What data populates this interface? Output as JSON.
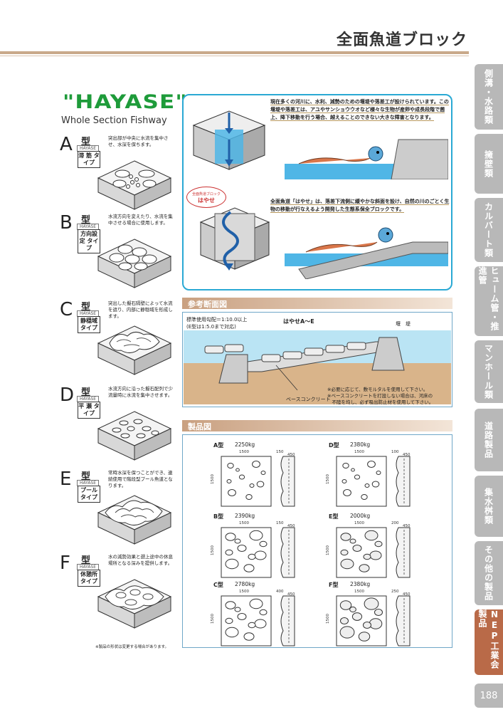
{
  "header": {
    "title": "全面魚道ブロック"
  },
  "tabs": [
    {
      "label": "側溝・水路類",
      "active": false
    },
    {
      "label": "擁壁類",
      "active": false
    },
    {
      "label": "カルバート類",
      "active": false
    },
    {
      "label": "ヒューム管・推進管",
      "active": false
    },
    {
      "label": "マンホール類",
      "active": false
    },
    {
      "label": "道路製品",
      "active": false
    },
    {
      "label": "集水桝類",
      "active": false
    },
    {
      "label": "その他の製品",
      "active": false
    },
    {
      "label": "NEP工業会製品",
      "active": true
    }
  ],
  "page_number": "188",
  "logo": {
    "text": "\"HAYASE\"",
    "subtitle": "Whole Section Fishway",
    "color": "#1e9b3a"
  },
  "types": [
    {
      "letter": "A",
      "kata": "型",
      "hayase": "HAYASE",
      "name": "滞 筋 タイプ",
      "desc": "突出部が中央に水流を集中させ、水深を保ちます。"
    },
    {
      "letter": "B",
      "kata": "型",
      "hayase": "HAYASE",
      "name": "方向設定 タイプ",
      "desc": "水流方向を変えたり、水流を集中させる場合に使用します。"
    },
    {
      "letter": "C",
      "kata": "型",
      "hayase": "HAYASE",
      "name": "静穏域 タイプ",
      "desc": "突出した擬石隔壁によって水流を遮り、内部に静穏域を形成します。"
    },
    {
      "letter": "D",
      "kata": "型",
      "hayase": "HAYASE",
      "name": "平 瀬 タイプ",
      "desc": "水流方向に沿った擬石配列で少流量時に水流を集中させます。"
    },
    {
      "letter": "E",
      "kata": "型",
      "hayase": "HAYASE",
      "name": "プール タイプ",
      "desc": "常時水深を保つことができ、連続使用で階段型プール魚道となります。"
    },
    {
      "letter": "F",
      "kata": "型",
      "hayase": "HAYASE",
      "name": "休憩所 タイプ",
      "desc": "水の減勢効果と遡上途中の休息場所となる深みを提供します。"
    }
  ],
  "diagram": {
    "story1": "現在多くの河川に、水利、減勢のための堰堤や落差工が設けられています。この堰堤や落差工は、アユやサンショウウオなど様々な生物が産卵や成長段階で遡上、降下移動を行う場合、越えることのできない大きな障害となります。",
    "story2": "全面魚道「はやせ」は、落差下流側に緩やかな斜面を設け、自然の川のごとく生物の移動が行なえるよう開発した生態系保全ブロックです。",
    "badge_small": "全面魚道ブロック",
    "badge_big": "はやせ"
  },
  "cross_section": {
    "header": "参考断面図",
    "info_line1": "標準使用勾配＝1:10.0以上",
    "info_line2": "(E型は1:5.0まで対応)",
    "label_blocks": "はやせA～E",
    "label_dam": "堰　堤",
    "label_base": "ベースコンクリート",
    "note_line1": "※必要に応じて、敷モルタルを使用して下さい。",
    "note_line2": "※ベースコンクリートを打設しない場合は、河床の",
    "note_line3": "　不陸を均し、必ず吸出防止材を使用して下さい。"
  },
  "products": {
    "header": "製品図",
    "items": [
      {
        "label": "A型",
        "weight": "2250kg",
        "w": "1500",
        "h": "1500",
        "d1": "150",
        "d2": "450"
      },
      {
        "label": "D型",
        "weight": "2380kg",
        "w": "1500",
        "h": "1500",
        "d1": "100",
        "d2": "450"
      },
      {
        "label": "B型",
        "weight": "2390kg",
        "w": "1500",
        "h": "1500",
        "d1": "150",
        "d2": "450"
      },
      {
        "label": "E型",
        "weight": "2000kg",
        "w": "1500",
        "h": "1500",
        "d1": "200",
        "d2": "450"
      },
      {
        "label": "C型",
        "weight": "2780kg",
        "w": "1500",
        "h": "1500",
        "d1": "400",
        "d2": "450"
      },
      {
        "label": "F型",
        "weight": "2380kg",
        "w": "1500",
        "h": "1500",
        "d1": "250",
        "d2": "450"
      }
    ],
    "note": "※製品の形状は変更する場合があります。"
  }
}
